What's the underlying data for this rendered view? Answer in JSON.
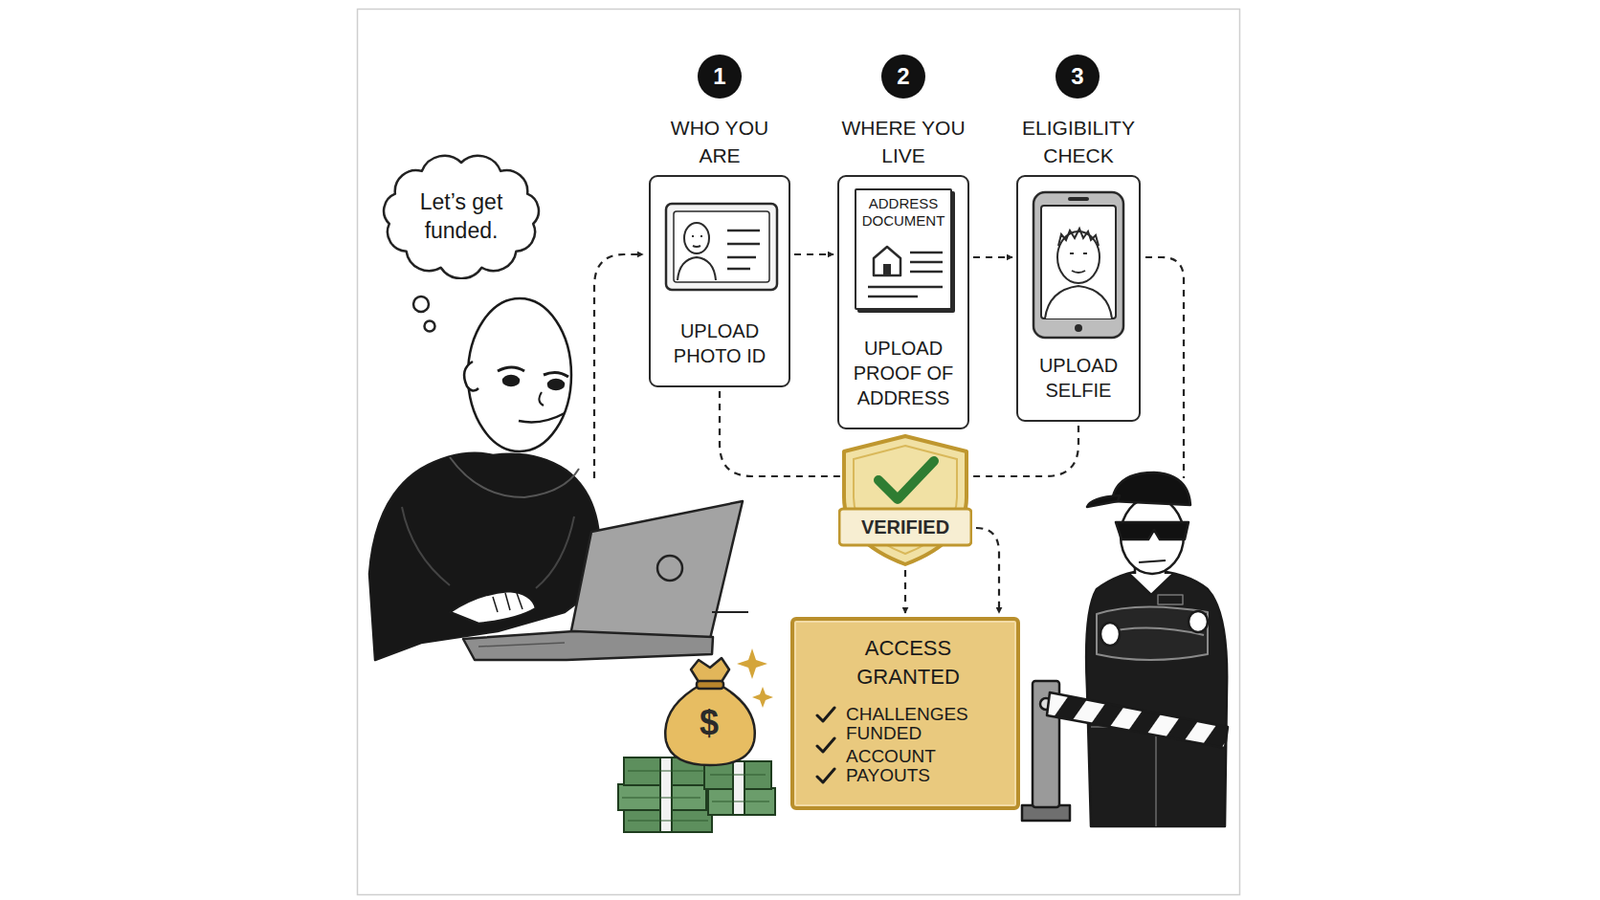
{
  "diagram": {
    "nodes": [
      {
        "text": [
          "Let’s get funded."
        ]
      },
      {
        "text": [
          "1"
        ]
      },
      {
        "text": [
          "WHO YOU ARE",
          "UPLOAD PHOTO ID"
        ]
      },
      {
        "text": [
          "2"
        ]
      },
      {
        "text": [
          "WHERE YOU LIVE",
          "UPLOAD PROOF OF ADDRESS"
        ]
      },
      {
        "text": [
          "ADDRESS DOCUMENT"
        ],
        "in": 4
      },
      {
        "text": [
          "3"
        ]
      },
      {
        "text": [
          "ELIGIBILITY CHECK",
          "UPLOAD SELFIE"
        ]
      },
      {
        "text": [
          "VERIFIED"
        ]
      },
      {
        "text": [
          "ACCESS GRANTED",
          "CHALLENGES",
          "FUNDED ACCOUNT",
          "PAYOUTS"
        ]
      }
    ],
    "edges": [
      {
        "from": 2,
        "to": 4,
        "arrow": "to"
      },
      {
        "from": 4,
        "to": 7,
        "arrow": "to"
      },
      {
        "from": 2,
        "to": 8,
        "arrow": "none"
      },
      {
        "from": 7,
        "to": 8,
        "arrow": "none"
      },
      {
        "from": 8,
        "to": 9,
        "arrow": "to"
      },
      {
        "from": 8,
        "to": 9,
        "arrow": "to"
      }
    ],
    "labels": [
      "$"
    ]
  }
}
